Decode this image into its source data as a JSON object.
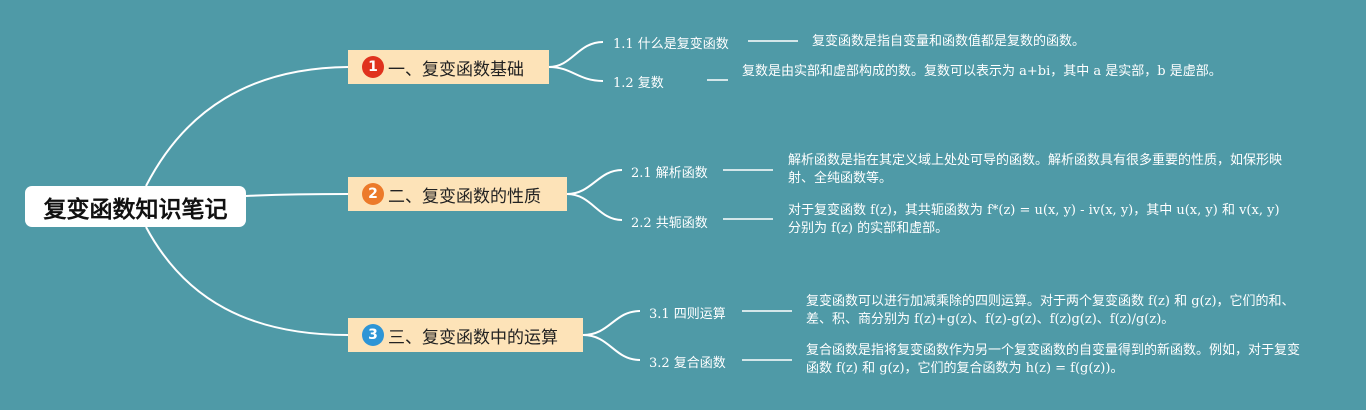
{
  "root": {
    "title": "复变函数知识笔记"
  },
  "branches": [
    {
      "number": "1",
      "label": "一、复变函数基础",
      "color": "#e0321e",
      "items": [
        {
          "label": "1.1 什么是复变函数",
          "desc": "复变函数是指自变量和函数值都是复数的函数。"
        },
        {
          "label": "1.2 复数",
          "desc": "复数是由实部和虚部构成的数。复数可以表示为 a+bi，其中 a 是实部，b 是虚部。"
        }
      ]
    },
    {
      "number": "2",
      "label": "二、复变函数的性质",
      "color": "#ec7a2a",
      "items": [
        {
          "label": "2.1 解析函数",
          "desc": "解析函数是指在其定义域上处处可导的函数。解析函数具有很多重要的性质，如保形映射、全纯函数等。"
        },
        {
          "label": "2.2 共轭函数",
          "desc": "对于复变函数 f(z)，其共轭函数为 f*(z) = u(x, y) - iv(x, y)，其中 u(x, y) 和 v(x, y) 分别为 f(z) 的实部和虚部。"
        }
      ]
    },
    {
      "number": "3",
      "label": "三、复变函数中的运算",
      "color": "#2e95d6",
      "items": [
        {
          "label": "3.1 四则运算",
          "desc": "复变函数可以进行加减乘除的四则运算。对于两个复变函数 f(z) 和 g(z)，它们的和、差、积、商分别为 f(z)+g(z)、f(z)-g(z)、f(z)g(z)、f(z)/g(z)。"
        },
        {
          "label": "3.2 复合函数",
          "desc": "复合函数是指将复变函数作为另一个复变函数的自变量得到的新函数。例如，对于复变函数 f(z) 和 g(z)，它们的复合函数为 h(z) = f(g(z))。"
        }
      ]
    }
  ]
}
